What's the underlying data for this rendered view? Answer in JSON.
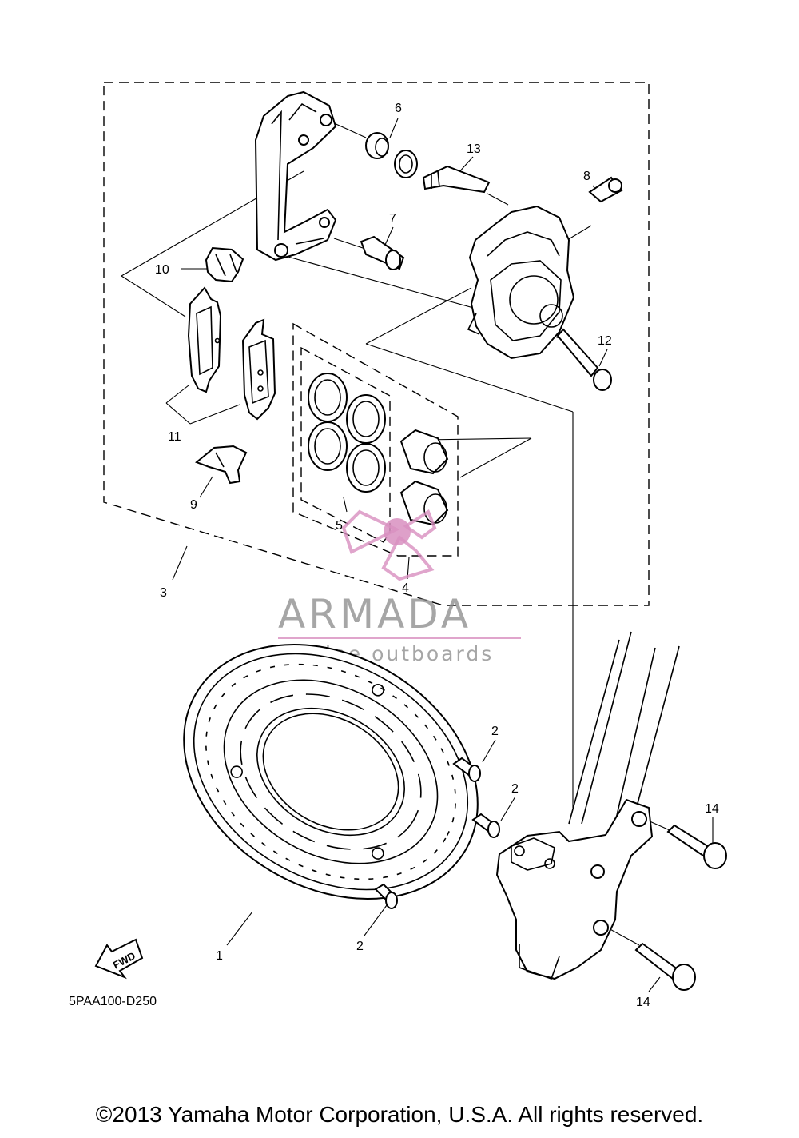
{
  "diagram_code": "5PAA100-D250",
  "fwd_label": "FWD",
  "watermark": {
    "brand": "ARMADA",
    "tagline": "marine outboards",
    "color": "#d88fbf"
  },
  "copyright": "©2013 Yamaha Motor Corporation, U.S.A. All rights reserved.",
  "callouts": {
    "c1": "1",
    "c2a": "2",
    "c2b": "2",
    "c2c": "2",
    "c3": "3",
    "c4": "4",
    "c5": "5",
    "c6": "6",
    "c7": "7",
    "c8": "8",
    "c9": "9",
    "c10": "10",
    "c11": "11",
    "c12": "12",
    "c13": "13",
    "c14a": "14",
    "c14b": "14"
  }
}
